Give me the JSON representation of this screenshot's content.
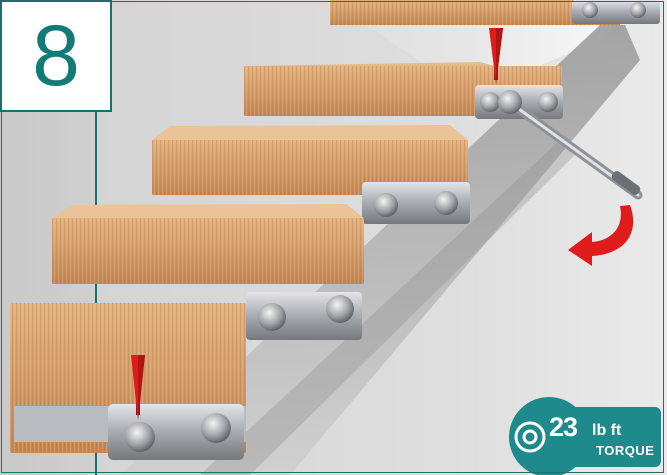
{
  "step": {
    "number": "8"
  },
  "torque": {
    "value": "23",
    "unit": "lb ft",
    "label": "TORQUE"
  },
  "colors": {
    "frame": "#1b6f6c",
    "step_number": "#137a78",
    "badge": "#1f8a8c",
    "arrow": "#e01b1b",
    "wood": "#d9a877",
    "steel": "#b9bcc0"
  },
  "icons": [
    "torque-wrench-icon",
    "rotation-arrow-icon",
    "marker-arrow-icon",
    "torque-dial-icon"
  ]
}
